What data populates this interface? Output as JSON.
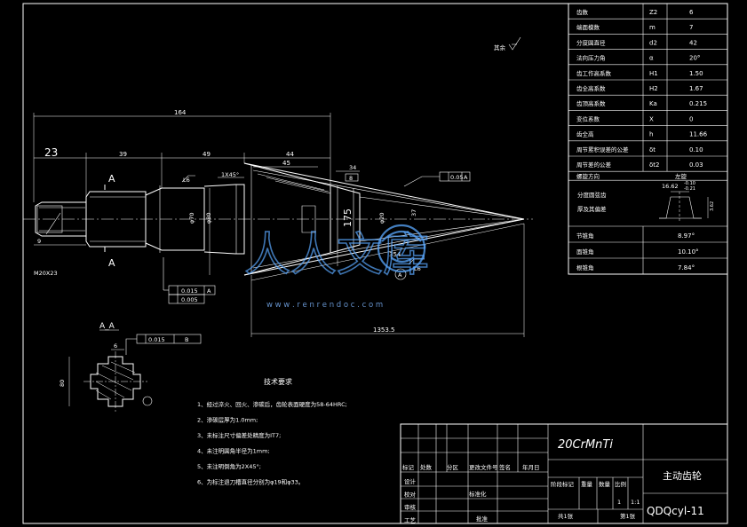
{
  "params": [
    {
      "name": "齿数",
      "sym": "Z2",
      "val": "6"
    },
    {
      "name": "端面模数",
      "sym": "m",
      "val": "7"
    },
    {
      "name": "分度圆直径",
      "sym": "d2",
      "val": "42"
    },
    {
      "name": "法向压力角",
      "sym": "α",
      "val": "20°"
    },
    {
      "name": "齿工作高系数",
      "sym": "H1",
      "val": "1.50"
    },
    {
      "name": "齿全高系数",
      "sym": "H2",
      "val": "1.67"
    },
    {
      "name": "齿顶高系数",
      "sym": "Ka",
      "val": "0.215"
    },
    {
      "name": "变位系数",
      "sym": "X",
      "val": "0"
    },
    {
      "name": "齿全高",
      "sym": "h",
      "val": "11.66"
    },
    {
      "name": "周节累积误差的公差",
      "sym": "δt",
      "val": "0.10"
    },
    {
      "name": "周节差的公差",
      "sym": "δt2",
      "val": "0.03"
    }
  ],
  "param_row_rotation": {
    "name": "螺旋方向",
    "val": "左旋"
  },
  "param_row_tol": {
    "name1": "分度圆弦齿",
    "name2": "厚及其偏差",
    "top": "16.62",
    "upper": "-0.10",
    "lower": "-0.21"
  },
  "angles": [
    {
      "name": "节锥角",
      "val": "8.97°"
    },
    {
      "name": "面锥角",
      "val": "10.10°"
    },
    {
      "name": "根锥角",
      "val": "7.84°"
    }
  ],
  "roughness_note": "其余",
  "dims": {
    "d164": "164",
    "d23": "23",
    "d39": "39",
    "d49": "49",
    "d44": "44",
    "d45": "45",
    "d34": "34",
    "d8": "8",
    "c1x45": "1X45°",
    "d354": "354",
    "d13535": "1353.5",
    "thread": "M20X23",
    "d9": "9",
    "d6": "6",
    "d80": "80",
    "dia70": "φ70",
    "dia80": "φ80",
    "dia175": "175",
    "dia30": "φ20",
    "dia37": "37"
  },
  "labels": {
    "sec_a1": "A",
    "sec_a2": "A",
    "section": "A_A",
    "datum_a": "A",
    "bubble": "A",
    "tol1": "0.015",
    "tol1_ref": "A",
    "tol2": "0.005",
    "tol3": "0.015",
    "tol3_ref": "B",
    "tol4": "0.05",
    "tol4_ref": "A",
    "l6a": "L6",
    "l6b": "L6"
  },
  "tech": {
    "title": "技术要求",
    "items": [
      "1、经过淬火、回火、渗碳后，齿轮表面硬度为58-64HRC;",
      "2、渗碳层厚为1.0mm;",
      "3、未标注尺寸偏差处精度为IT7;",
      "4、未注明圆角半径为1mm;",
      "5、未注明倒角为2X45°;",
      "6、为标注退刀槽直径分别为φ19和φ33。"
    ]
  },
  "title_block": {
    "material": "20CrMnTi",
    "part_name": "主动齿轮",
    "code": "QDQcyl-11",
    "hdr": [
      "标记",
      "处数",
      "分区",
      "更改文件号",
      "签名",
      "年月日"
    ],
    "rows": [
      "设计",
      "校对",
      "审核",
      "工艺"
    ],
    "std": "标准化",
    "approve": "批准",
    "stage": [
      "阶段标记",
      "重量",
      "数量",
      "比例"
    ],
    "scale": "1:1",
    "qty": "1",
    "sheets": "共1张",
    "sheet": "第1张"
  },
  "watermark": {
    "text": "人人文库",
    "url": "w w w . r e n r e n d o c . c o m"
  }
}
